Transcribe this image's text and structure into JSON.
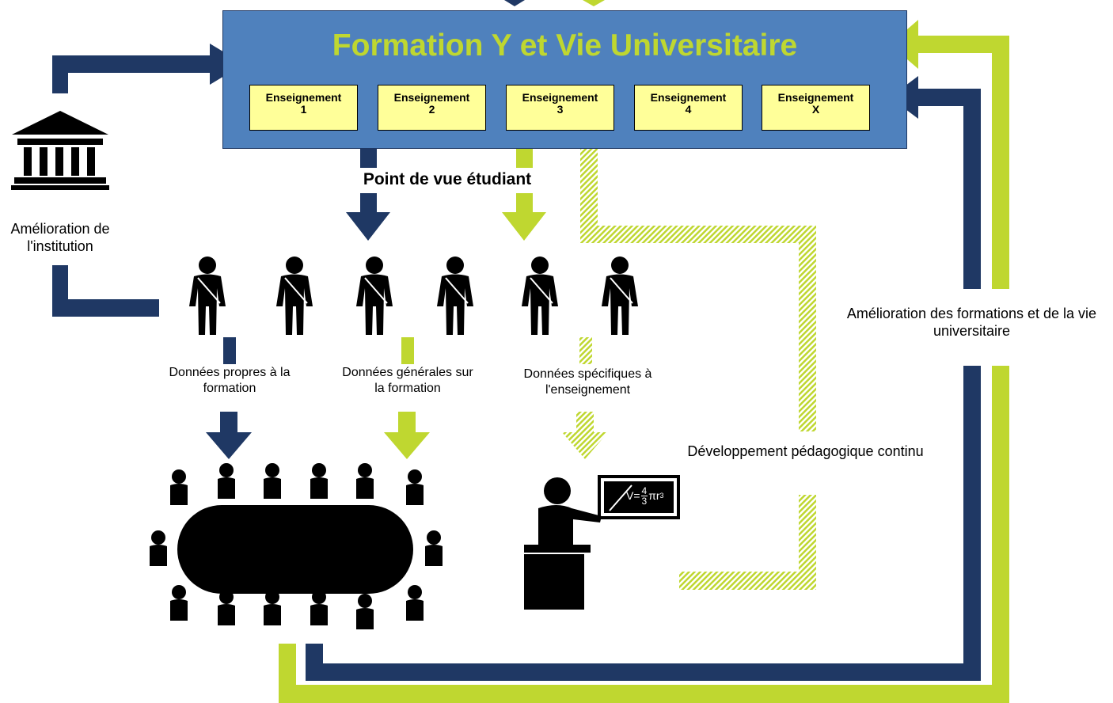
{
  "title": "Formation Y et Vie Universitaire",
  "teachings": [
    {
      "label": "Enseignement",
      "number": "1"
    },
    {
      "label": "Enseignement",
      "number": "2"
    },
    {
      "label": "Enseignement",
      "number": "3"
    },
    {
      "label": "Enseignement",
      "number": "4"
    },
    {
      "label": "Enseignement",
      "number": "X"
    }
  ],
  "labels": {
    "student_view": "Point de vue étudiant",
    "institution_improvement": "Amélioration de l'institution",
    "data_specific_training": "Données propres à la formation",
    "data_general_training": "Données générales sur la formation",
    "data_specific_teaching": "Données spécifiques à l'enseignement",
    "continuous_development": "Développement pédagogique continu",
    "training_improvement": "Amélioration des formations et de la vie universitaire"
  },
  "formula": {
    "lhs": "V=",
    "num": "4",
    "den": "3",
    "rhs": "πr",
    "exp": "3"
  },
  "colors": {
    "navy": "#1f3864",
    "lime": "#bfd730",
    "box_blue": "#4f81bd",
    "teaching_yellow": "#ffff99"
  },
  "icons": [
    "building-icon",
    "student-icon",
    "meeting-table-icon",
    "teacher-icon"
  ]
}
